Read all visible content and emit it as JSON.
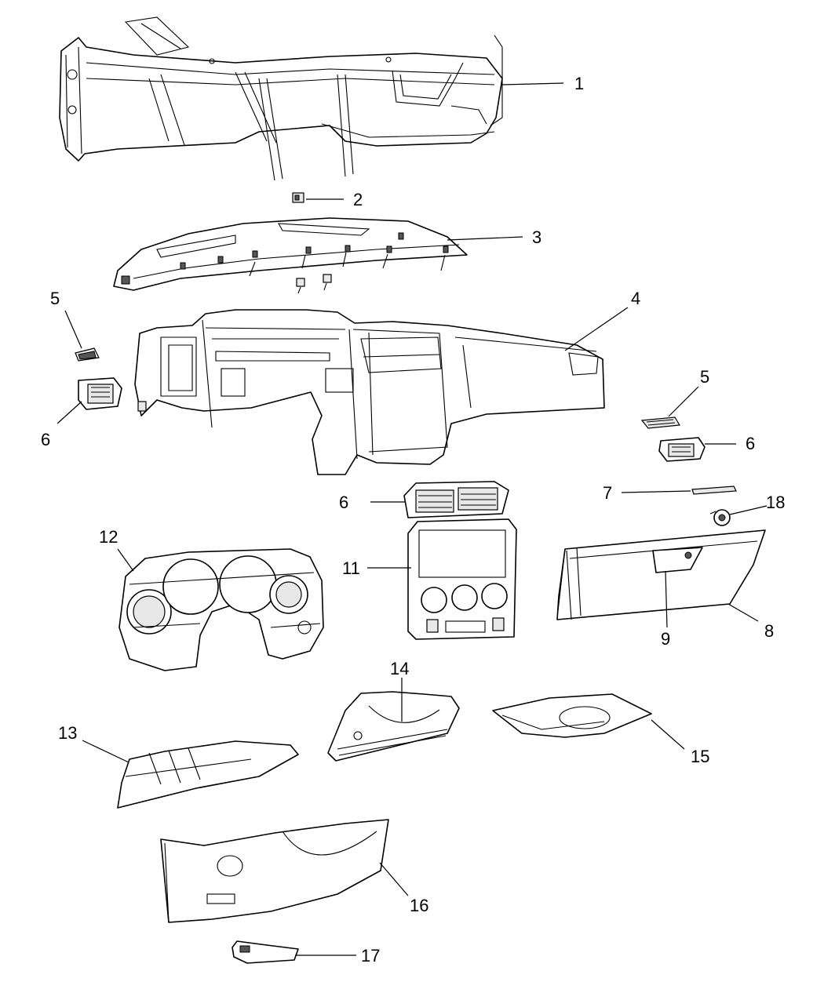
{
  "diagram": {
    "callouts": [
      "1",
      "2",
      "3",
      "4",
      "5",
      "5",
      "6",
      "6",
      "6",
      "7",
      "18",
      "12",
      "11",
      "9",
      "8",
      "14",
      "13",
      "15",
      "16",
      "17"
    ]
  }
}
